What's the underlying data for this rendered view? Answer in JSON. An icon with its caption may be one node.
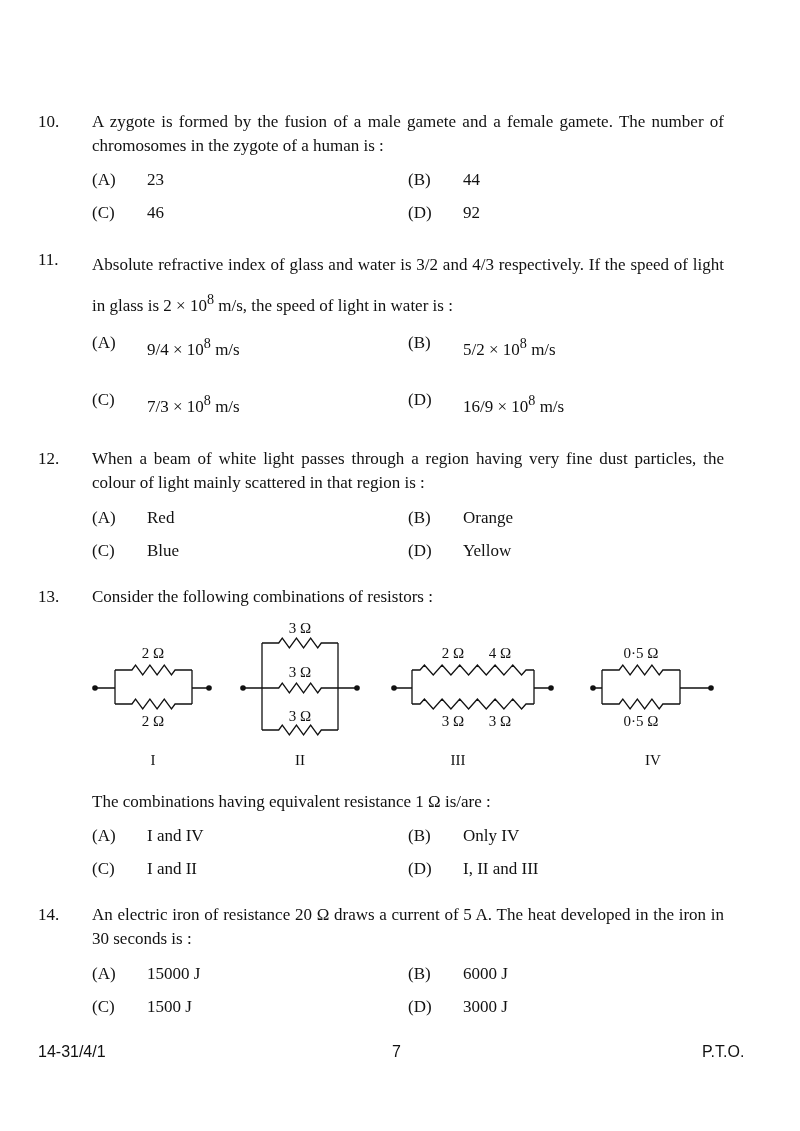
{
  "diagram": {
    "labels": [
      "10.",
      "A zygote is formed by the fusion of a male gamete and a female gamete. The number of chromosomes in the zygote of a human is :",
      "(A)",
      "23",
      "(B)",
      "44",
      "(C)",
      "46",
      "(D)",
      "92",
      "11.",
      "Absolute refractive index of glass and water is 3/2 and 4/3 respectively. If the speed of light in glass is 2 × 10$^{8}$ m/s, the speed of light in water is :",
      "(A)",
      "9/4 × 10$^{8}$ m/s",
      "(B)",
      "5/2 × 10$^{8}$ m/s",
      "(C)",
      "7/3 × 10$^{8}$ m/s",
      "(D)",
      "16/9 × 10$^{8}$ m/s",
      "12.",
      "When a beam of white light passes through a region having very fine dust particles, the colour of light mainly scattered in that region is :",
      "(A)",
      "Red",
      "(B)",
      "Orange",
      "(C)",
      "Blue",
      "(D)",
      "Yellow",
      "13.",
      "Consider the following combinations of resistors :",
      "2 Ω",
      "2 Ω",
      "3 Ω",
      "3 Ω",
      "3 Ω",
      "2 Ω",
      "4 Ω",
      "3 Ω",
      "3 Ω",
      "0·5 Ω",
      "0·5 Ω",
      "I",
      "II",
      "III",
      "IV",
      "The combinations having equivalent resistance 1 Ω is/are :",
      "(A)",
      "I and IV",
      "(B)",
      "Only IV",
      "(C)",
      "I and II",
      "(D)",
      "I, II and III",
      "14.",
      "An electric iron of resistance 20 Ω draws a current of 5 A. The heat developed in the iron in 30 seconds is :",
      "(A)",
      "15000 J",
      "(B)",
      "6000 J",
      "(C)",
      "1500 J",
      "(D)",
      "3000 J",
      "14-31/4/1",
      "7",
      "P.T.O."
    ]
  }
}
